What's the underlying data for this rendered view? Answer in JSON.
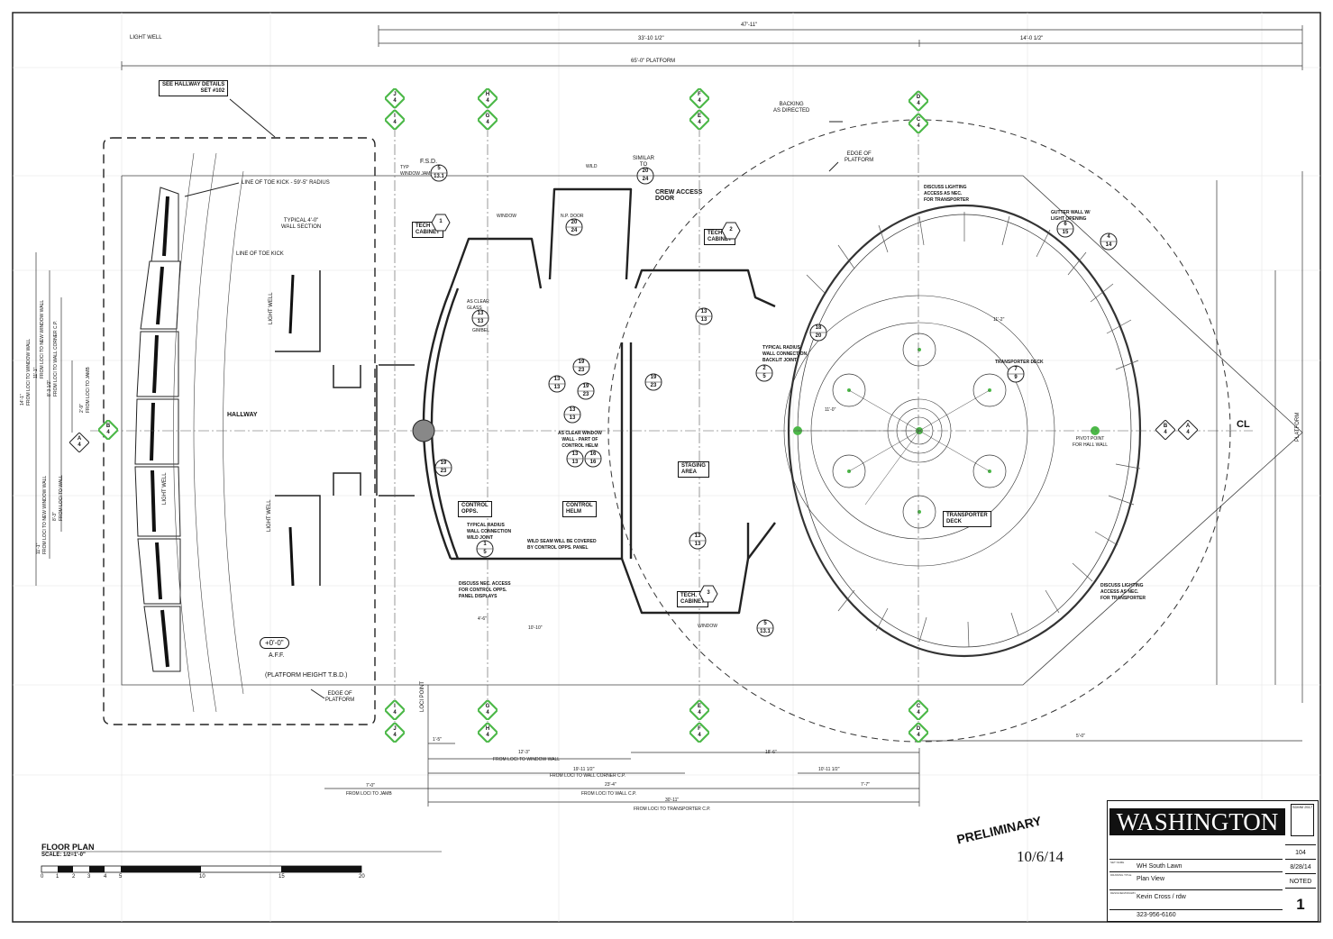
{
  "sheet_labels": {
    "light_well_top": "LIGHT WELL",
    "platform_width": "65'-0\"     PLATFORM",
    "overall_top": "47'-11\"",
    "dim_top_left": "33'-10 1/2\"",
    "dim_top_right": "14'-0 1/2\"",
    "hallway_note": "SEE HALLWAY DETAILS\nSET #102",
    "line_toe_kick_radius": "LINE OF TOE KICK - 59'-5\" RADIUS",
    "line_toe_kick": "LINE OF TOE KICK",
    "typical_wall": "TYPICAL 4'-0\"\nWALL SECTION",
    "hallway": "HALLWAY",
    "light_well_1": "LIGHT WELL",
    "light_well_2": "LIGHT WELL",
    "light_well_3": "LIGHT WELL",
    "aff_value": "+0'-0\"",
    "aff": "A.F.F.",
    "platform_height": "(PLATFORM HEIGHT T.B.D.)",
    "edge_platform_bottom": "EDGE OF\nPLATFORM",
    "edge_platform_top": "EDGE OF\nPLATFORM",
    "backing": "BACKING\nAS DIRECTED",
    "fsd_1": "F.S.D.",
    "typ_window_jamb": "TYP\nWINDOW JAMB",
    "tech_cabinet_1": "TECH\nCABINET",
    "tech_cabinet_2": "TECH\nCABINET",
    "tech_cabinet_3": "TECH.\nCABINET",
    "crew_access_door": "CREW ACCESS\nDOOR",
    "similar_to": "SIMILAR\nTO",
    "np_door": "N.P. DOOR",
    "window_top": "WINDOW",
    "wild": "WILD",
    "as_clear_glass": "AS CLEAR\nGLASS",
    "gimbel": "GIMBEL",
    "as_clear_window": "AS CLEAR WINDOW\nWALL - PART OF\nCONTROL HELM",
    "control_opps": "CONTROL\nOPPS.",
    "control_helm": "CONTROL\nHELM",
    "staging_area": "STAGING\nAREA",
    "typical_radius_conn_1": "TYPICAL RADIUS\nWALL CONNECTION\nWILD JOINT",
    "typical_radius_conn_2": "TYPICAL RADIUS\nWALL CONNECTION\nBACKLIT JOINT",
    "wild_seam": "WILD SEAM WILL BE COVERED\nBY CONTROL OPPS. PANEL",
    "discuss_access": "DISCUSS NEC. ACCESS\nFOR CONTROL OPPS.\nPANEL DISPLAYS",
    "discuss_lighting_top": "DISCUSS LIGHTING\nACCESS AS NEC.\nFOR TRANSPORTER",
    "discuss_lighting_bottom": "DISCUSS LIGHTING\nACCESS AS NEC.\nFOR TRANSPORTER",
    "gutter_wall": "GUTTER WALL W/\nLIGHT OPENING",
    "transporter_deck_label": "TRANSPORTER DECK",
    "transporter_deck": "TRANSPORTER\nDECK",
    "pivot_point": "PIVOT POINT\nFOR HALL WALL",
    "platform_right": "PLATFORM",
    "cl": "CL",
    "loci_point": "LOCI POINT",
    "window_bottom": "WINDOW",
    "dim_loci_jamb": "FROM LOCI TO JAMB",
    "dim_loci_window": "FROM LOCI TO WINDOW WALL",
    "dim_loci_wallcorner": "FROM LOCI TO WALL CORNER C.P.",
    "dim_loci_wall": "FROM LOCI TO WALL C.P.",
    "dim_loci_transporter": "FROM LOCI TO TRANSPORTER C.P.",
    "dim_12_3": "12'-3\"",
    "dim_19_11": "19'-11 1/2\"",
    "dim_23_4": "23'-4\"",
    "dim_30_11": "30'-11\"",
    "dim_7_0": "7'-0\"",
    "dim_1_5": "1'-5\"",
    "dim_18_6": "18'-6\"",
    "dim_10_11": "10'-11 1/2\"",
    "dim_7_7": "7'-7\"",
    "dim_5_0": "5'-0\"",
    "dim_11_2": "11'-2\"",
    "dim_11_0": "11'-0\"",
    "dim_10_10": "10'-10\"",
    "dim_4_6": "4'-6\"",
    "left_dim_1": "14'-1\"\nFROM LOCI TO WINDOW WALL",
    "left_dim_2": "11'-1\"\nFROM LOCI TO NEW WINDOW WALL",
    "left_dim_3": "8'-3 1/2\"\nFROM LOCI TO WALL CORNER C.P.",
    "left_dim_4": "2'-9\"\nFROM LOCI TO JAMB",
    "left_dim_5": "11'-1\"\nFROM LOCI TO NEW WINDOW WALL",
    "left_dim_6": "8'-3\"\nFROM LOCI TO WALL"
  },
  "grid_markers": [
    {
      "letter": "J",
      "num": "4"
    },
    {
      "letter": "I",
      "num": "4"
    },
    {
      "letter": "H",
      "num": "4"
    },
    {
      "letter": "G",
      "num": "4"
    },
    {
      "letter": "F",
      "num": "4"
    },
    {
      "letter": "E",
      "num": "4"
    },
    {
      "letter": "D",
      "num": "4"
    },
    {
      "letter": "C",
      "num": "4"
    },
    {
      "letter": "B",
      "num": "4"
    },
    {
      "letter": "A",
      "num": "4"
    },
    {
      "letter": "I",
      "num": "4"
    },
    {
      "letter": "J",
      "num": "4"
    },
    {
      "letter": "G",
      "num": "4"
    },
    {
      "letter": "H",
      "num": "4"
    },
    {
      "letter": "E",
      "num": "4"
    },
    {
      "letter": "F",
      "num": "4"
    },
    {
      "letter": "C",
      "num": "4"
    },
    {
      "letter": "D",
      "num": "4"
    },
    {
      "letter": "B",
      "num": "4"
    },
    {
      "letter": "A",
      "num": "4"
    }
  ],
  "detail_callouts": [
    {
      "top": "5",
      "bot": "13.1"
    },
    {
      "top": "20",
      "bot": "24"
    },
    {
      "top": "20",
      "bot": "24"
    },
    {
      "top": "6",
      "bot": "15"
    },
    {
      "top": "4",
      "bot": "14"
    },
    {
      "top": "18",
      "bot": "20"
    },
    {
      "top": "7",
      "bot": "9"
    },
    {
      "top": "13",
      "bot": "13"
    },
    {
      "top": "19",
      "bot": "23"
    },
    {
      "top": "13",
      "bot": "13"
    },
    {
      "top": "13",
      "bot": "13"
    },
    {
      "top": "19",
      "bot": "23"
    },
    {
      "top": "16",
      "bot": "16"
    },
    {
      "top": "19",
      "bot": "23"
    },
    {
      "top": "13",
      "bot": "13"
    },
    {
      "top": "5",
      "bot": "13.1"
    },
    {
      "top": "1",
      "bot": "5"
    },
    {
      "top": "2",
      "bot": "5"
    },
    {
      "top": "19",
      "bot": "23"
    },
    {
      "top": "13",
      "bot": "13"
    },
    {
      "top": "13",
      "bot": "13"
    }
  ],
  "tags": [
    "1",
    "2",
    "3"
  ],
  "floor_plan_title": "FLOOR PLAN",
  "scale": "SCALE: 1/2=1'-0\"",
  "scale_ticks": [
    "0",
    "1",
    "2",
    "3",
    "4",
    "5",
    "10",
    "15",
    "20"
  ],
  "stamp_preliminary": "PRELIMINARY",
  "stamp_date": "10/6/14",
  "title_block": {
    "logo": "WASHINGTON",
    "union": "SDMM 2517",
    "set_name_label": "SET NAME",
    "set_name": "WH South Lawn",
    "drawing_label": "DRAWING TITLE",
    "drawing": "Plan View",
    "designer_label": "DESIGNED/DRAWN",
    "designer": "Kevin Cross / rdw",
    "phone": "323-956-6160",
    "set_no": "104",
    "date": "8/28/14",
    "scale_note": "NOTED",
    "sheet_no": "1"
  }
}
